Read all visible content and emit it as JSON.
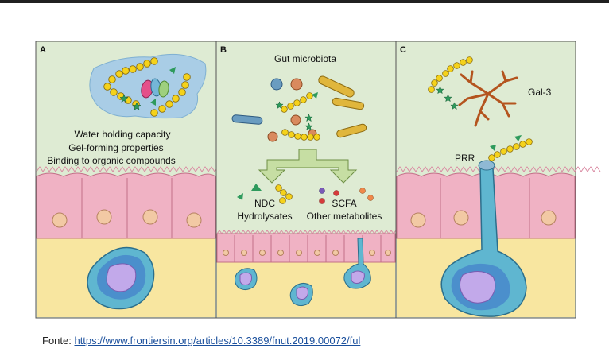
{
  "panels": {
    "a": {
      "letter": "A",
      "lines": [
        "Water holding capacity",
        "Gel-forming properties",
        "Binding to organic compounds"
      ]
    },
    "b": {
      "letter": "B",
      "title": "Gut microbiota",
      "left_label": [
        "NDC",
        "Hydrolysates"
      ],
      "right_label": [
        "SCFA",
        "Other metabolites"
      ]
    },
    "c": {
      "letter": "C",
      "gal3": "Gal-3",
      "prr": "PRR"
    }
  },
  "caption": {
    "prefix": "Fonte: ",
    "link": "https://www.frontiersin.org/articles/10.3389/fnut.2019.00072/ful"
  }
}
